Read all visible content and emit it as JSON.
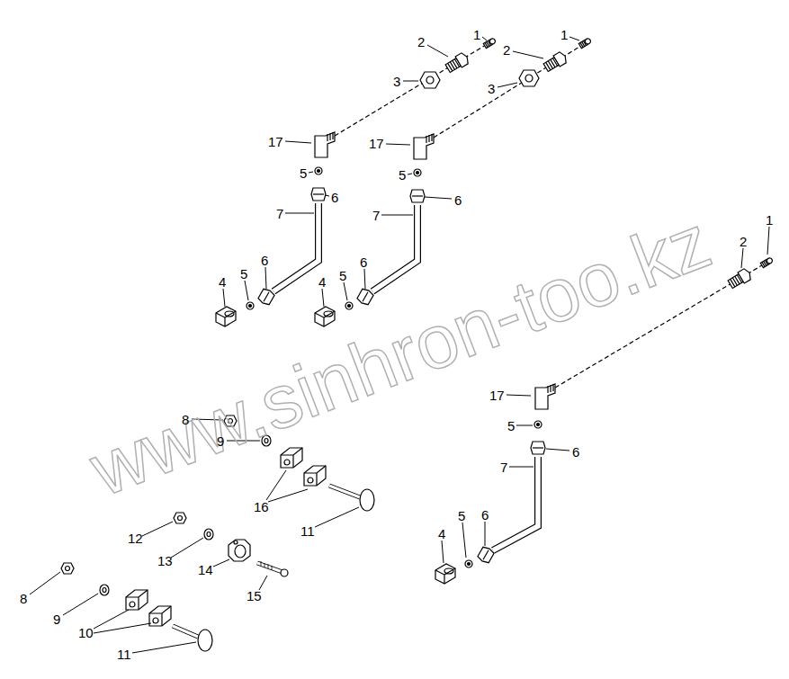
{
  "diagram": {
    "labels": [
      "1",
      "2",
      "3",
      "1",
      "2",
      "3",
      "17",
      "5",
      "6",
      "7",
      "4",
      "5",
      "6",
      "17",
      "5",
      "6",
      "7",
      "4",
      "5",
      "6",
      "1",
      "2",
      "17",
      "5",
      "6",
      "7",
      "4",
      "5",
      "6",
      "8",
      "9",
      "16",
      "11",
      "12",
      "13",
      "14",
      "15",
      "8",
      "9",
      "10",
      "11",
      "www.sinhron-too.kz"
    ]
  }
}
